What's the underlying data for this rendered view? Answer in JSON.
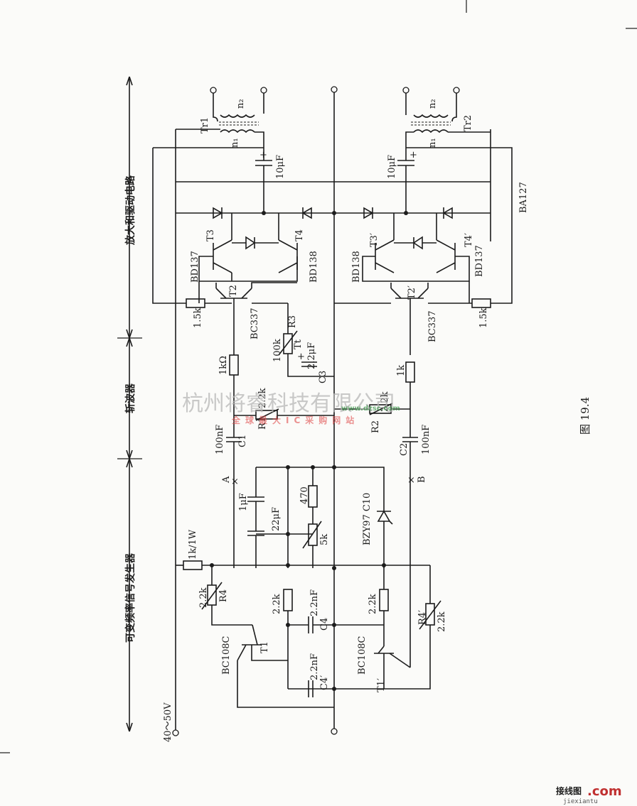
{
  "figure_caption": "图 19.4",
  "sections": {
    "generator": "可变频率信号发生器",
    "chopper": "斩波器",
    "driver": "放大和驱动电路"
  },
  "supply": "40～50V",
  "labels": {
    "tr1": "Tr1",
    "tr2": "Tr2",
    "n1": "n₁",
    "n2": "n₂",
    "c_out": "10μF",
    "ba127": "BA127",
    "t3": "T3",
    "t4": "T4",
    "t3p": "T3′",
    "t4p": "T4′",
    "bd137": "BD137",
    "bd138": "BD138",
    "t2": "T2",
    "t2p": "T2′",
    "bc337": "BC337",
    "r15k": "1.5k",
    "r3": "R3",
    "r100k": "100k",
    "tt": "Tt",
    "c3": "C3",
    "c3v": "2.2μF",
    "r1k_ohm": "1kΩ",
    "r1k": "1k",
    "r1": "R1",
    "r2": "R2",
    "r22k": "2.2k",
    "c1": "C1",
    "c2": "C2",
    "c100n": "100nF",
    "node_a": "A",
    "node_b": "B",
    "c1u": "1μF",
    "c22u": "22μF",
    "r470": "470",
    "pot5k": "5k",
    "zener": "BZY97 C10",
    "r1k1w": "1k/1W",
    "r4": "R4",
    "r4p": "R4′",
    "c4": "C4",
    "c4p": "C4′",
    "c22n": "2.2nF",
    "t1": "T1",
    "t1p": "T1′",
    "bc108c": "BC108C"
  },
  "watermark": {
    "company": "杭州将睿科技有限公司",
    "site_line": "全球最大IC采购网站",
    "url": "www.dzsc.com",
    "corner_cn": "接线图",
    "corner_com": ".com",
    "corner_url": "jiexiantu"
  }
}
